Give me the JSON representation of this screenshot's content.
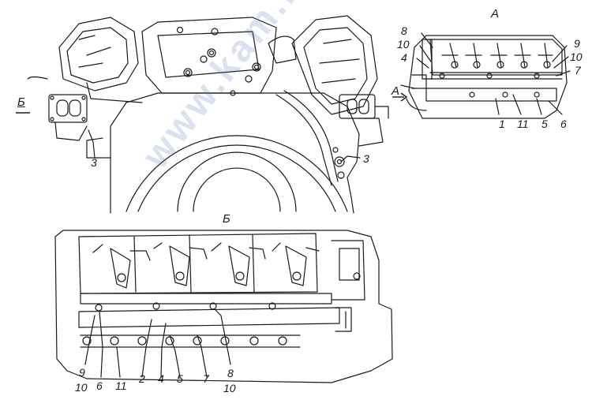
{
  "views": {
    "a_title": "А",
    "b_title": "Б",
    "b_side_marker": "Б",
    "a_arrow_marker": "А"
  },
  "labels": {
    "top_left_3": "3",
    "top_right_3": "3",
    "a_8": "8",
    "a_10_left": "10",
    "a_4": "4",
    "a_9": "9",
    "a_10_right": "10",
    "a_7": "7",
    "a_1": "1",
    "a_11": "11",
    "a_5": "5",
    "a_6": "6",
    "b_9": "9",
    "b_10_left": "10",
    "b_6": "6",
    "b_11": "11",
    "b_2": "2",
    "b_4": "4",
    "b_5": "5",
    "b_7": "7",
    "b_8": "8",
    "b_10_right": "10"
  },
  "watermark": {
    "text": "www.kam.ru",
    "color": "#5a78be"
  },
  "colors": {
    "line": "#1a1a1a",
    "background": "#ffffff"
  }
}
